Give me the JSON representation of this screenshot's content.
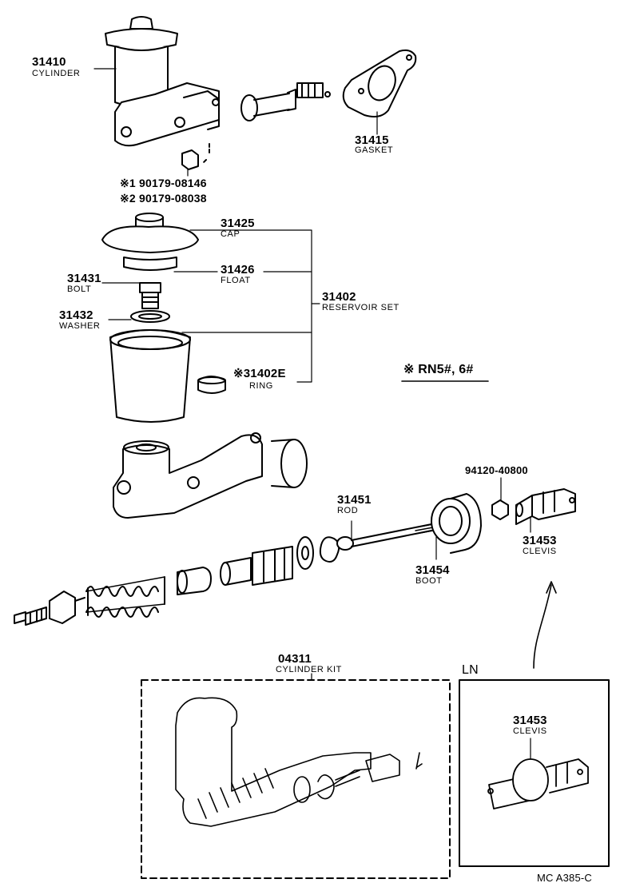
{
  "parts": {
    "p31410": {
      "number": "31410",
      "name": "CYLINDER"
    },
    "p31415": {
      "number": "31415",
      "name": "GASKET"
    },
    "note1": "※1 90179-08146",
    "note2": "※2 90179-08038",
    "p31425": {
      "number": "31425",
      "name": "CAP"
    },
    "p31426": {
      "number": "31426",
      "name": "FLOAT"
    },
    "p31431": {
      "number": "31431",
      "name": "BOLT"
    },
    "p31432": {
      "number": "31432",
      "name": "WASHER"
    },
    "p31402": {
      "number": "31402",
      "name": "RESERVOIR SET"
    },
    "p31402E": {
      "number": "※31402E",
      "name": "RING"
    },
    "p31451": {
      "number": "31451",
      "name": "ROD"
    },
    "p94120": {
      "number": "94120-40800"
    },
    "p31453": {
      "number": "31453",
      "name": "CLEVIS"
    },
    "p31454": {
      "number": "31454",
      "name": "BOOT"
    },
    "p04311": {
      "number": "04311",
      "name": "CYLINDER KIT"
    },
    "p31453b": {
      "number": "31453",
      "name": "CLEVIS"
    }
  },
  "applicability_note": "※ RN5#, 6#",
  "inset_label": "LN",
  "drawing_code": "MC  A385-C"
}
